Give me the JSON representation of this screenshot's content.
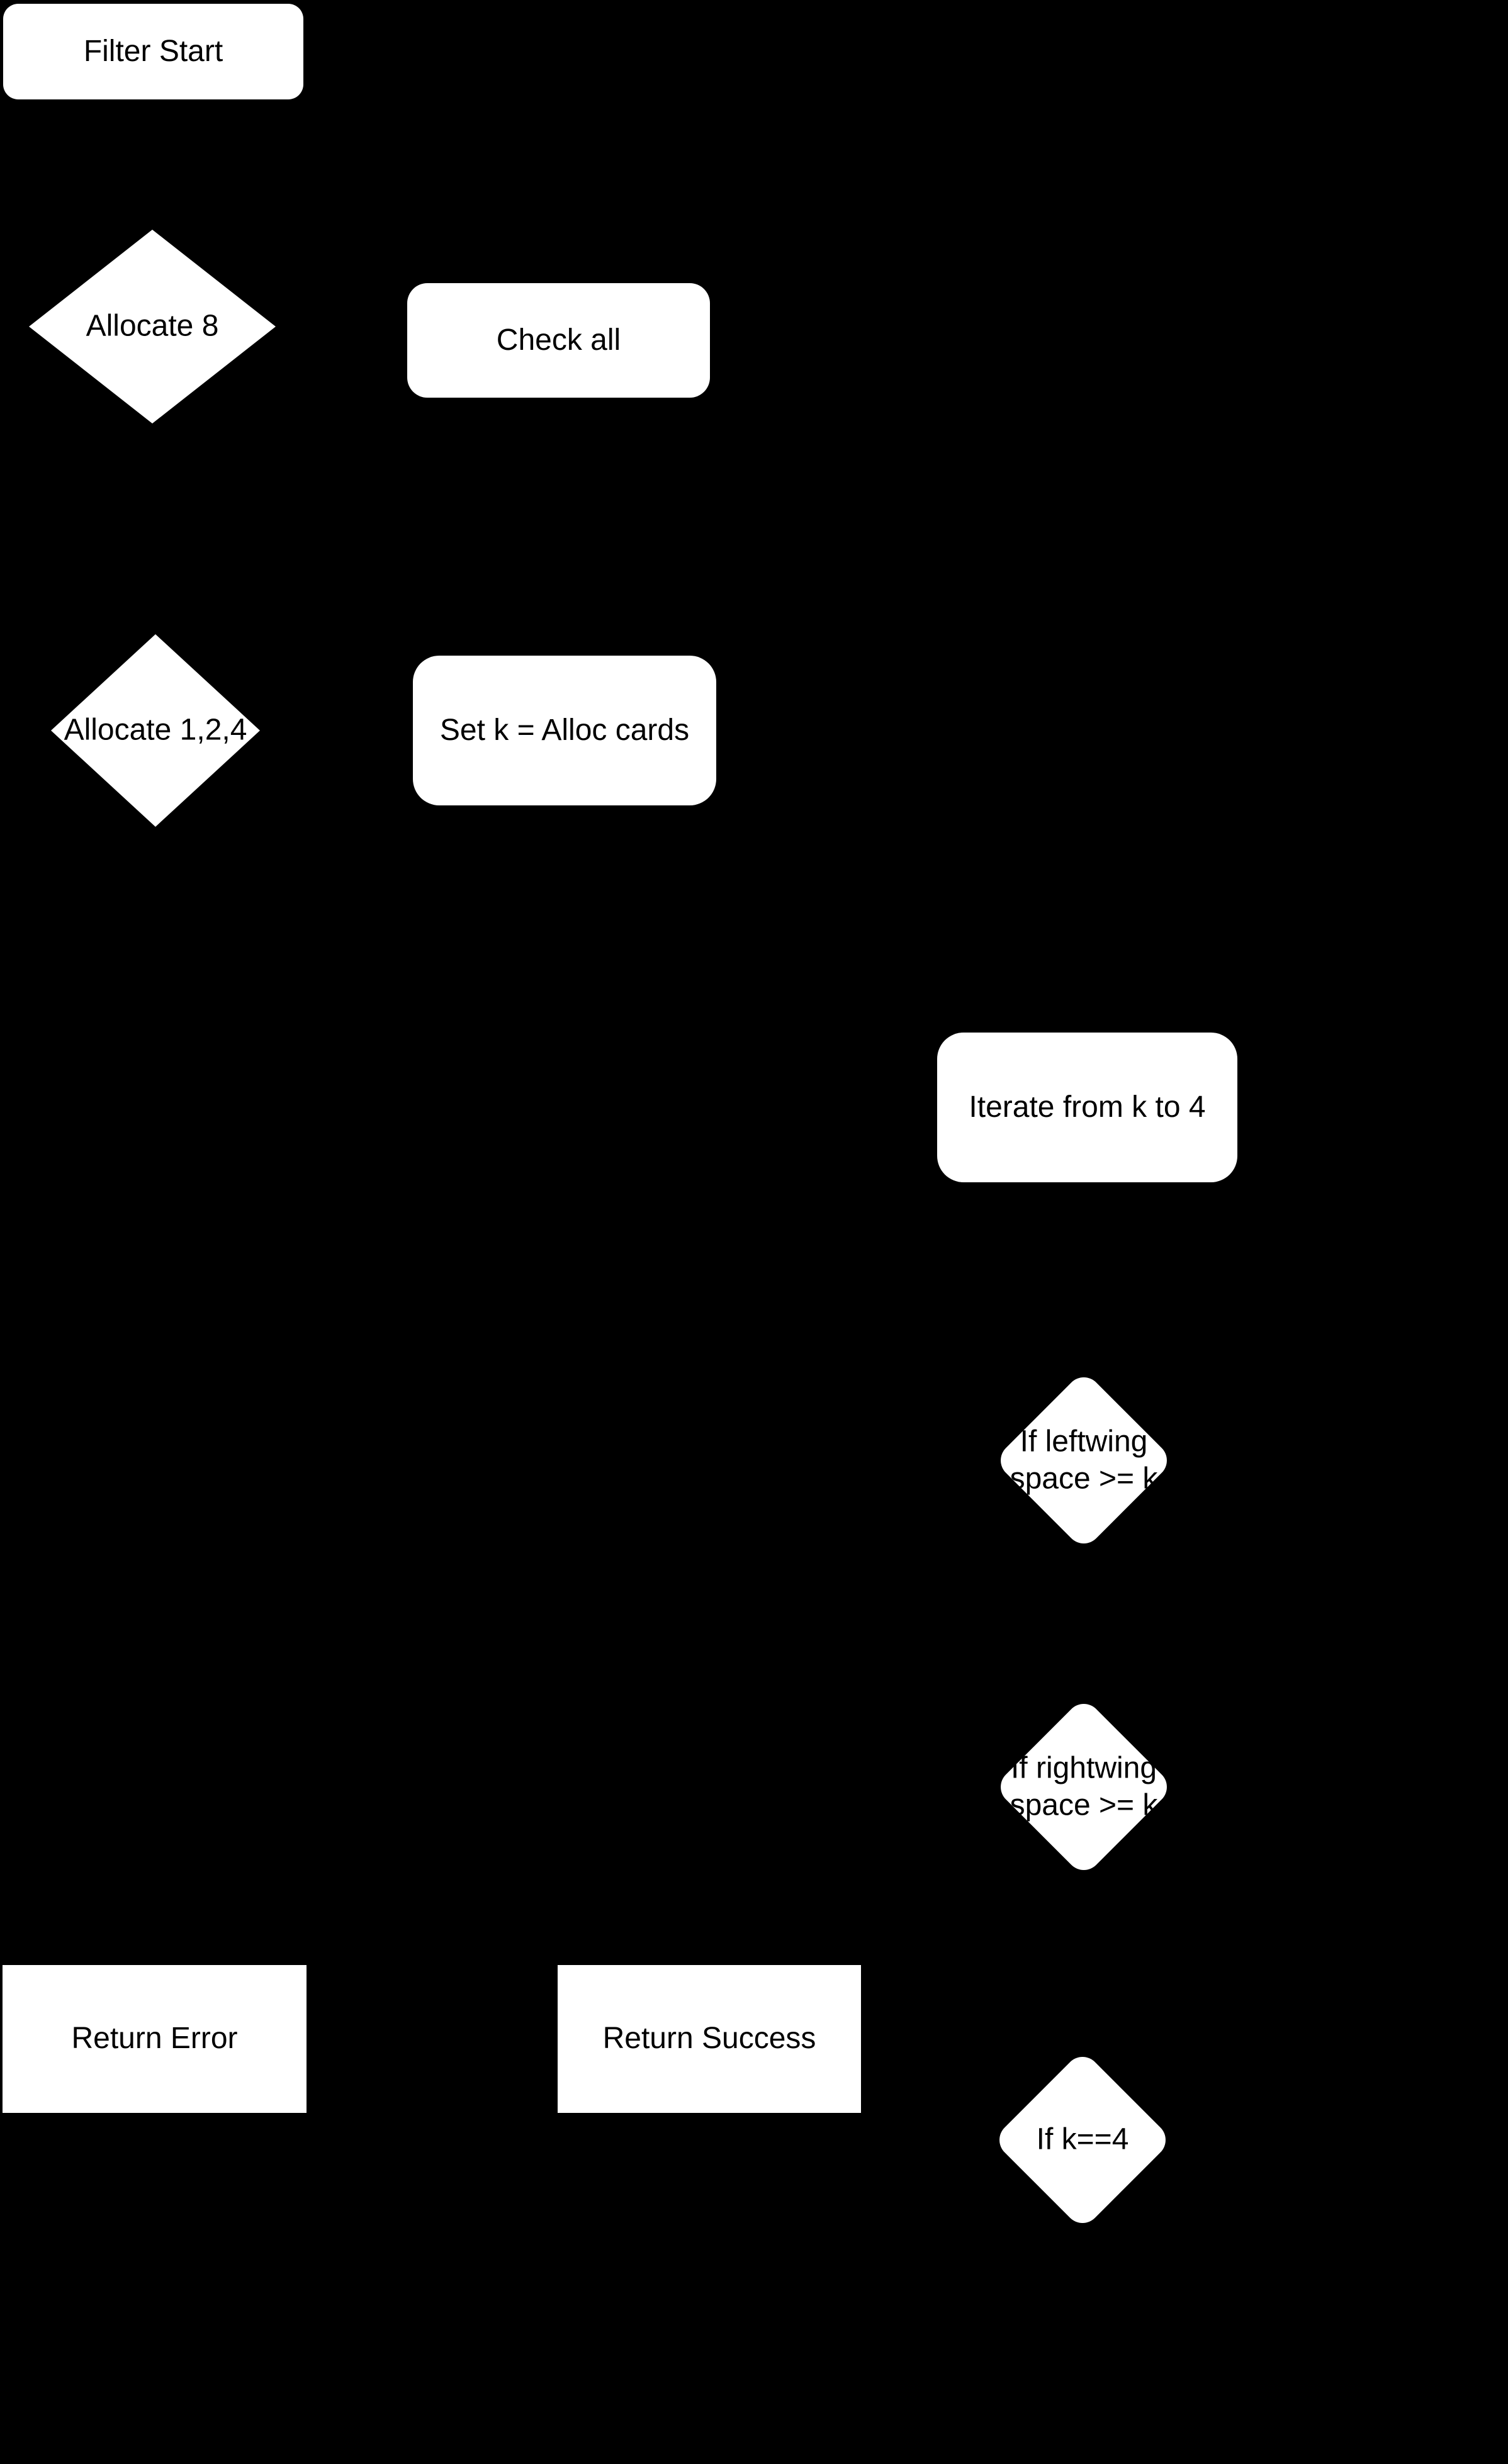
{
  "diagram": {
    "colors": {
      "bg": "#000000",
      "fill": "#ffffff",
      "ink": "#000000"
    },
    "nodes": {
      "filter_start": {
        "label": "Filter Start",
        "shape": "rounded-rectangle"
      },
      "allocate_8": {
        "label": "Allocate 8",
        "shape": "diamond"
      },
      "check_all": {
        "label": "Check all",
        "shape": "rounded-rectangle"
      },
      "allocate_124": {
        "label": "Allocate 1,2,4",
        "shape": "diamond"
      },
      "set_k": {
        "label": "Set k = Alloc cards",
        "shape": "rounded-rectangle"
      },
      "iterate_k_to_4": {
        "label": "Iterate from k to 4",
        "shape": "rounded-rectangle"
      },
      "if_leftwing": {
        "label": "If leftwing\nspace >= k",
        "shape": "rounded-diamond"
      },
      "if_rightwing": {
        "label": "If rightwing\nspace >= k",
        "shape": "rounded-diamond"
      },
      "return_error": {
        "label": "Return Error",
        "shape": "rectangle"
      },
      "return_success": {
        "label": "Return Success",
        "shape": "rectangle"
      },
      "if_k_equals_4": {
        "label": "If k==4",
        "shape": "rounded-diamond"
      }
    }
  }
}
